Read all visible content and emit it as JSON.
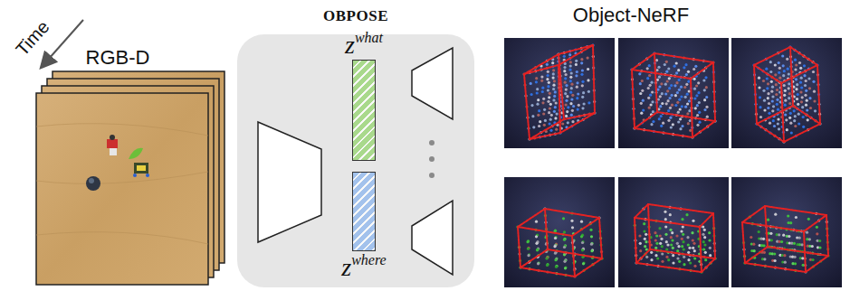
{
  "diagram": {
    "nodes": [
      {
        "text": [
          "OBPOSE"
        ]
      },
      {
        "text": [
          "z",
          "what"
        ],
        "in": 0
      },
      {
        "text": [
          "z",
          "where"
        ],
        "in": 0
      }
    ],
    "labels": [
      "Time",
      "RGB-D",
      "Object-NeRF"
    ]
  }
}
